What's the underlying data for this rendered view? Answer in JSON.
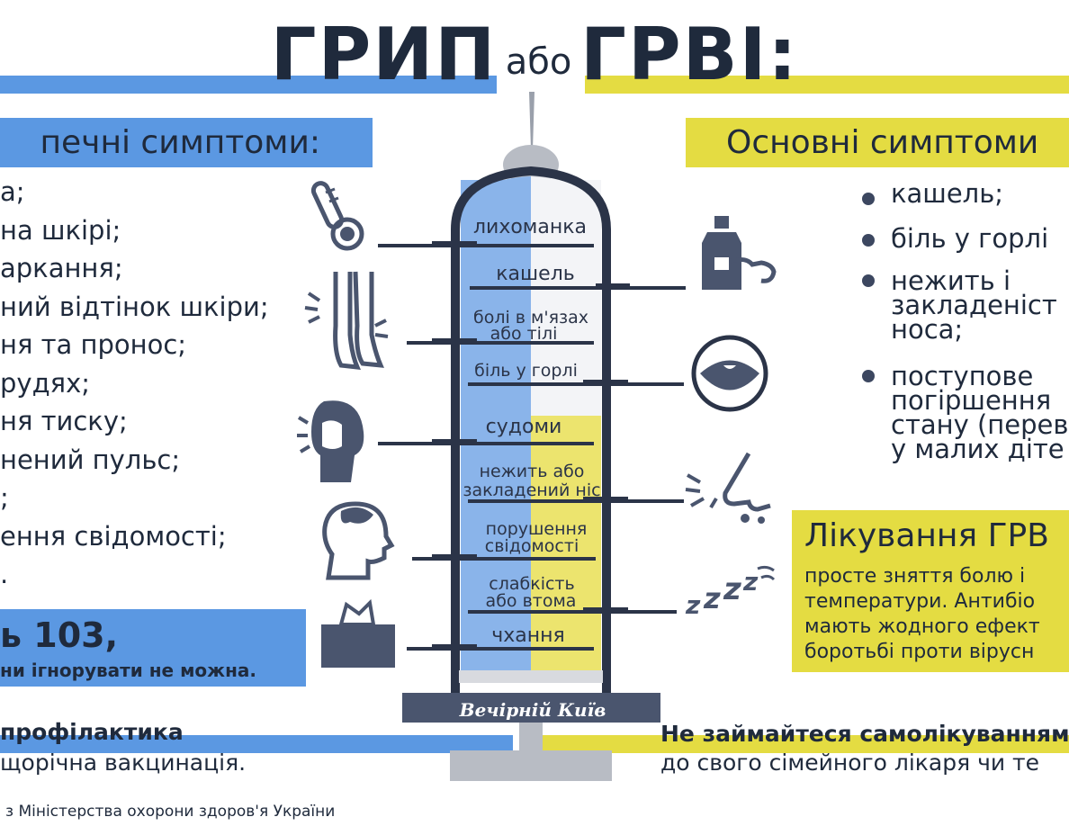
{
  "title": {
    "part1": "ГРИП",
    "part2": "або",
    "part3": "ГРВІ:"
  },
  "left": {
    "heading": "печні симптоми:",
    "items": [
      "а;",
      " на шкірі;",
      "аркання;",
      "ний відтінок шкіри;",
      "ня та пронос;",
      "рудях;",
      "ня тиску;",
      "нений пульс;",
      ";",
      "ення свідомості;",
      "."
    ],
    "call_prefix": "ь ",
    "call_number": "103",
    "call_suffix": ",",
    "call_sub": "ни ігнорувати не можна."
  },
  "right": {
    "heading": "Основні симптоми",
    "items": [
      {
        "lines": [
          "кашель;"
        ]
      },
      {
        "lines": [
          "біль у горлі"
        ]
      },
      {
        "lines": [
          "нежить і",
          "закладеніст",
          "носа;"
        ]
      },
      {
        "lines": [
          "поступове",
          "погіршення",
          "стану (перев",
          "у малих діте"
        ]
      }
    ]
  },
  "treatment": {
    "title": "Лікування ГРВ",
    "lines": [
      "просте зняття болю і",
      "температури. Антибіо",
      "мають жодного ефект",
      "боротьбі проти вірусн"
    ]
  },
  "syringe": {
    "labels": [
      "лихоманка",
      "кашель",
      "болі в м'язах",
      "або тілі",
      "біль у горлі",
      "судоми",
      "нежить або",
      "закладений ніс",
      "порушення",
      "свідомості",
      "слабкість",
      "або втома",
      "чхання"
    ],
    "logo": "Вечірній Київ",
    "blue_color": "#8ab4ea",
    "yellow_color": "#ece46e",
    "dark_color": "#2b3448"
  },
  "bottom": {
    "left_1": "профілактика",
    "left_2": "щорічна вакцинація.",
    "right_1": "Не займайтеся самолікуванням",
    "right_2": "до свого сімейного лікаря чи те",
    "source": "з Міністерства охорони здоров'я України"
  },
  "icons": [
    "thermometer-icon",
    "legs-icon",
    "headache-icon",
    "head-profile-icon",
    "tissue-box-icon",
    "medicine-bottle-icon",
    "open-mouth-icon",
    "nose-sneeze-icon",
    "sleep-zzz-icon"
  ],
  "colors": {
    "blue": "#5b98e2",
    "yellow": "#e4dc42",
    "navy": "#1f2a3c",
    "icon": "#4a556e"
  }
}
